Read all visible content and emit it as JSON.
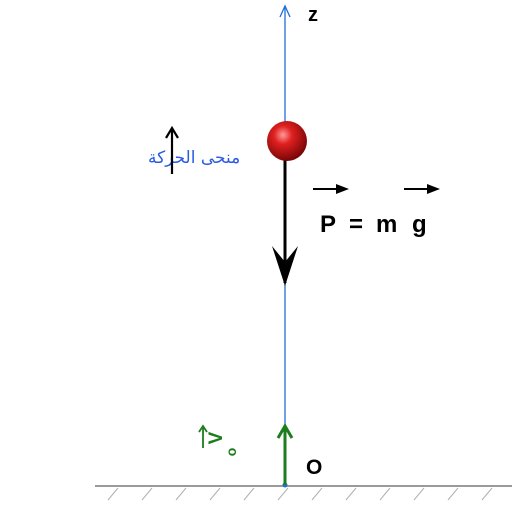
{
  "labels": {
    "axis": "z",
    "origin": "O",
    "force_P": "P",
    "equals": "=",
    "mass": "m",
    "gravity": "g",
    "trajectory": "منحى الحركة",
    "initial_velocity": "V",
    "velocity_subscript": "o"
  },
  "colors": {
    "axis_line": "#1f6fd6",
    "trajectory_text": "#2a5be0",
    "velocity": "#1b7d1b",
    "ball": "#d01818",
    "ground": "#9a9a9a",
    "text": "#000000"
  }
}
